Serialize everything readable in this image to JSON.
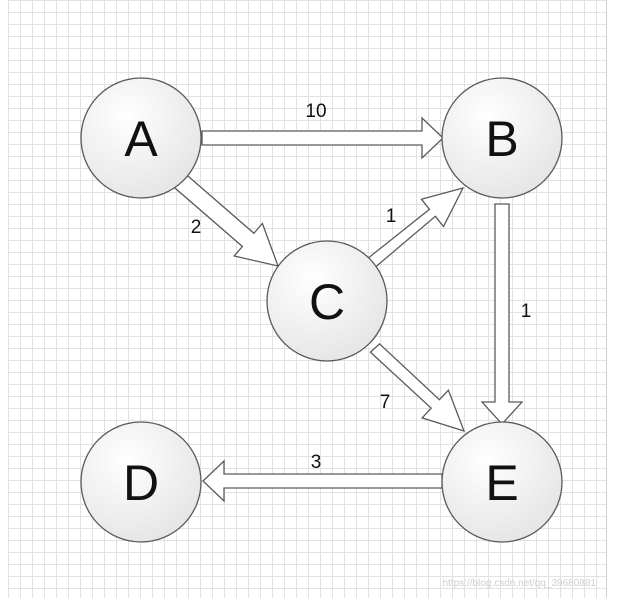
{
  "colors": {
    "node_fill_light": "#ffffff",
    "node_fill_dark": "#e4e4e4",
    "stroke": "#5a5a5a",
    "arrow_fill": "#ffffff"
  },
  "nodes": [
    {
      "id": "A",
      "label": "A"
    },
    {
      "id": "B",
      "label": "B"
    },
    {
      "id": "C",
      "label": "C"
    },
    {
      "id": "D",
      "label": "D"
    },
    {
      "id": "E",
      "label": "E"
    }
  ],
  "edges": [
    {
      "from": "A",
      "to": "B",
      "weight": "10"
    },
    {
      "from": "A",
      "to": "C",
      "weight": "2"
    },
    {
      "from": "C",
      "to": "B",
      "weight": "1"
    },
    {
      "from": "B",
      "to": "E",
      "weight": "1"
    },
    {
      "from": "C",
      "to": "E",
      "weight": "7"
    },
    {
      "from": "E",
      "to": "D",
      "weight": "3"
    }
  ],
  "watermark": "https://blog.csdn.net/qq_39680881"
}
